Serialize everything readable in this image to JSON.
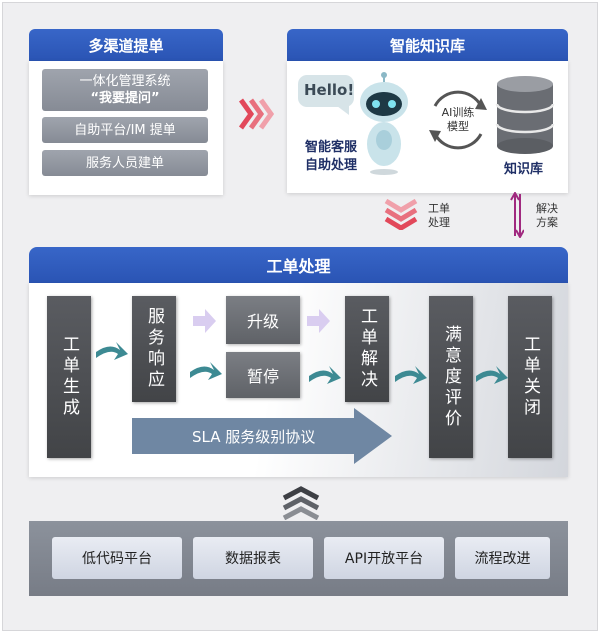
{
  "multichannel": {
    "title": "多渠道提单",
    "items": [
      {
        "line1": "一体化管理系统",
        "line2": "“我要提问”"
      },
      {
        "line1": "自助平台/IM 提单"
      },
      {
        "line1": "服务人员建单"
      }
    ]
  },
  "knowledge": {
    "title": "智能知识库",
    "bubble": "Hello!",
    "robot_label": [
      "智能客服",
      "自助处理"
    ],
    "ai_model": [
      "AI训练",
      "模型"
    ],
    "db_label": "知识库"
  },
  "flows": {
    "ticket_processing": [
      "工单",
      "处理"
    ],
    "solution": [
      "解决",
      "方案"
    ]
  },
  "ticket": {
    "title": "工单处理",
    "stages": {
      "create": "工单生成",
      "respond": "服务响应",
      "upgrade": "升级",
      "pause": "暂停",
      "resolve": "工单解决",
      "evaluate": "满意度评价",
      "close": "工单关闭"
    },
    "sla": "SLA 服务级别协议"
  },
  "platforms": [
    "低代码平台",
    "数据报表",
    "API开放平台",
    "流程改进"
  ],
  "colors": {
    "header_blue": "#2f5cbf",
    "accent_red": "#e2485a",
    "accent_purple": "#a0297f",
    "teal": "#3d8a93"
  }
}
